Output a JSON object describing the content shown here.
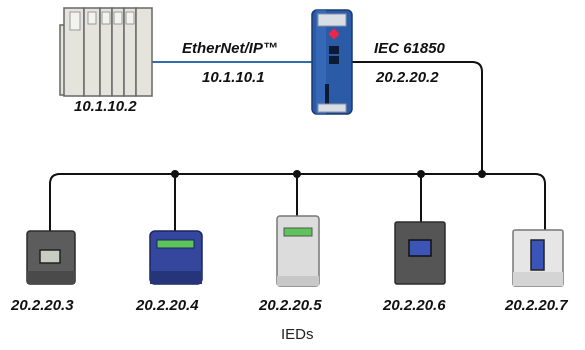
{
  "plc": {
    "ip": "10.1.10.2"
  },
  "gateway": {
    "left_protocol": "EtherNet/IP™",
    "left_ip": "10.1.10.1",
    "right_protocol": "IEC 61850",
    "right_ip": "20.2.20.2"
  },
  "ieds": [
    {
      "ip": "20.2.20.3"
    },
    {
      "ip": "20.2.20.4"
    },
    {
      "ip": "20.2.20.5"
    },
    {
      "ip": "20.2.20.6"
    },
    {
      "ip": "20.2.20.7"
    }
  ],
  "caption": "IEDs",
  "colors": {
    "line_ethernet": "#2f6db3",
    "line_bus": "#111111",
    "gateway_blue": "#2b5aa6",
    "gateway_dot": "#e8274b"
  }
}
